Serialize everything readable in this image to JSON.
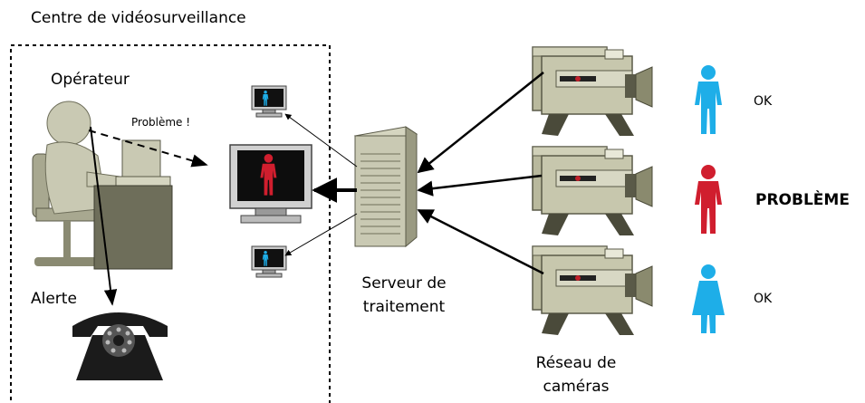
{
  "title": "Centre de vidéosurveillance",
  "operator_label": "Opérateur",
  "problem_note": "Problème !",
  "alert_label": "Alerte",
  "server_label_line1": "Serveur de",
  "server_label_line2": "traitement",
  "cameras_label_line1": "Réseau de",
  "cameras_label_line2": "caméras",
  "status_top": "OK",
  "status_middle": "PROBLÈME",
  "status_bottom": "OK",
  "colors": {
    "ok_person": "#1eaee8",
    "problem_person": "#d01e2e",
    "camera_body": "#b9b99d",
    "camera_dark": "#5a5a48",
    "operator": "#c9c9b3",
    "desk": "#6e6e5a",
    "phone": "#1b1b1b"
  },
  "icons": {
    "operator": "operator-at-desk-icon",
    "monitor_main": "monitor-icon",
    "server": "server-tower-icon",
    "camera": "video-camera-icon",
    "person": "person-icon",
    "phone": "rotary-phone-icon"
  }
}
